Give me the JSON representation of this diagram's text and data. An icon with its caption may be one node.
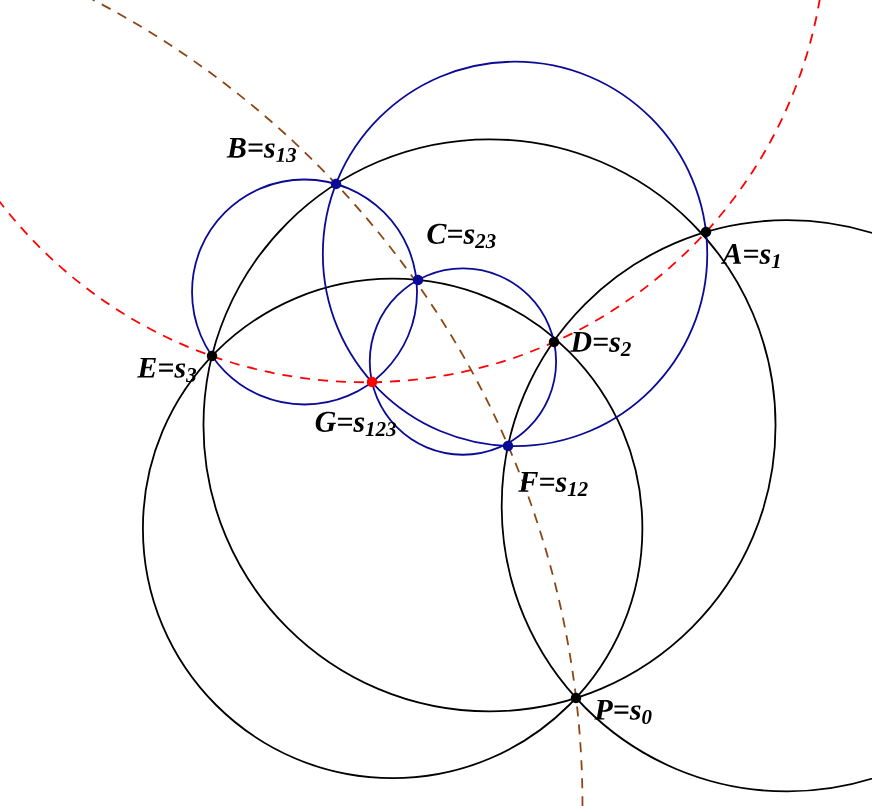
{
  "diagram": {
    "labels": [
      "B=s$_{13}$",
      "C=s$_{23}$",
      "A=s$_{1}$",
      "D=s$_{2}$",
      "E=s$_{3}$",
      "G=s$_{123}$",
      "F=s$_{12}$",
      "P=s$_{0}$"
    ]
  }
}
